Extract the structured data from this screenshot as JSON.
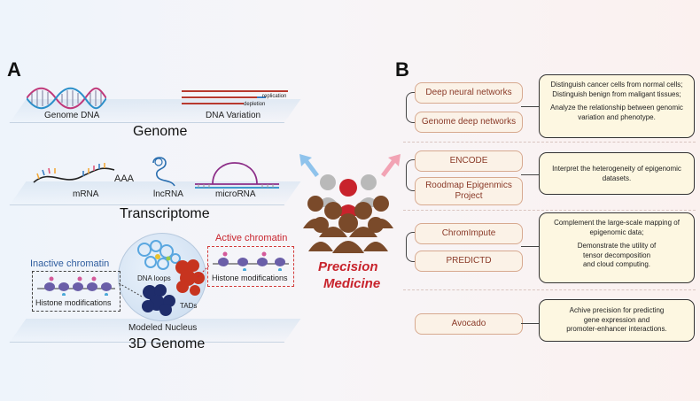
{
  "panel_a": {
    "letter": "A",
    "genome": {
      "dna_label": "Genome DNA",
      "variation_label": "DNA Variation",
      "replication_label": "replication",
      "depletion_label": "depletion",
      "title": "Genome"
    },
    "transcriptome": {
      "mrna_label": "mRNA",
      "polya_label": "AAA",
      "lncrna_label": "lncRNA",
      "microrna_label": "microRNA",
      "title": "Transcriptome"
    },
    "genome3d": {
      "inactive_label": "Inactive chromatin",
      "active_label": "Active chromatin",
      "histone_left": "Histone modifications",
      "histone_right": "Histone modifications",
      "dna_loops_label": "DNA loops",
      "tads_label": "TADs",
      "nucleus_label": "Modeled Nucleus",
      "title": "3D Genome"
    }
  },
  "center": {
    "line1": "Precision",
    "line2": "Medicine",
    "accent_color": "#c8232c"
  },
  "panel_b": {
    "letter": "B",
    "groups": [
      {
        "tools": [
          "Deep neural networks",
          "Genome deep networks"
        ],
        "description": [
          "Distinguish cancer cells from normal cells;",
          "Distinguish benign from maligant tissues;",
          "Analyze the relationship between genomic",
          "variation and phenotype."
        ]
      },
      {
        "tools": [
          "ENCODE",
          "Roodmap Epigenmics Project"
        ],
        "description": [
          "Interpret the heterogeneity of epigenomic",
          "datasets."
        ]
      },
      {
        "tools": [
          "ChromImpute",
          "PREDICTD"
        ],
        "description": [
          "Complement the large-scale mapping of",
          "epigenomic data;",
          "Demonstrate the utility of",
          "tensor decomposition",
          "and cloud computing."
        ]
      },
      {
        "tools": [
          "Avocado"
        ],
        "description": [
          "Achive precision for predicting",
          "gene expression and",
          "promoter-enhancer interactions."
        ]
      }
    ]
  },
  "colors": {
    "pill_fill": "#fbf2e7",
    "pill_border": "#d7a98f",
    "desc_fill": "#fdf7e1",
    "people_brown": "#7a4a2a",
    "people_gray": "#b9b9b9",
    "people_red": "#c8232c"
  }
}
